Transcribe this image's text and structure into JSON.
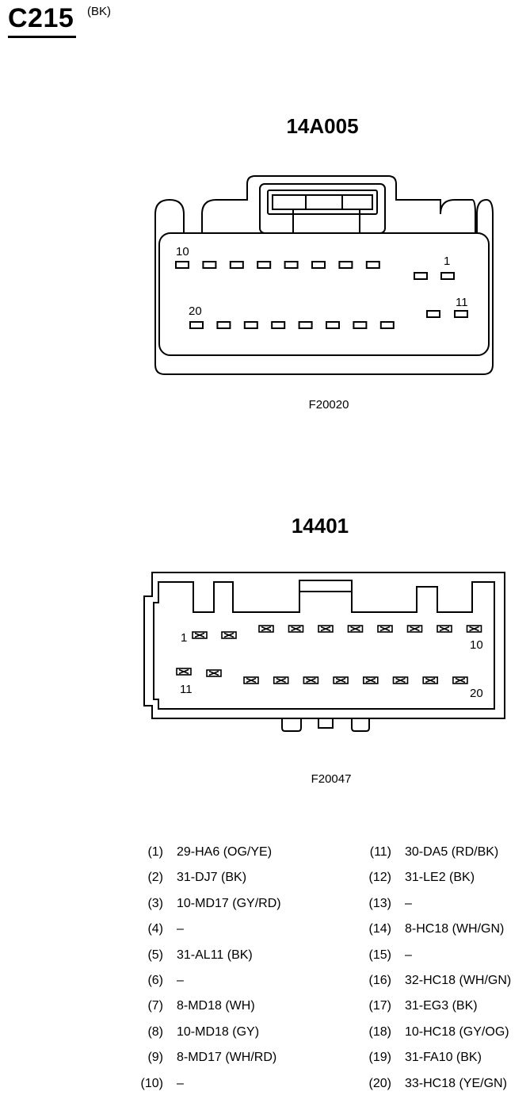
{
  "header": {
    "title": "C215",
    "subtitle": "(BK)"
  },
  "connectors": [
    {
      "label": "14A005",
      "figure_code": "F20020",
      "pin_labels": [
        "10",
        "1",
        "20",
        "11"
      ]
    },
    {
      "label": "14401",
      "figure_code": "F20047",
      "pin_labels": [
        "1",
        "10",
        "11",
        "20"
      ]
    }
  ],
  "pinout_left": [
    {
      "num": "(1)",
      "wire": "29-HA6 (OG/YE)"
    },
    {
      "num": "(2)",
      "wire": "31-DJ7 (BK)"
    },
    {
      "num": "(3)",
      "wire": "10-MD17 (GY/RD)"
    },
    {
      "num": "(4)",
      "wire": "–"
    },
    {
      "num": "(5)",
      "wire": "31-AL11 (BK)"
    },
    {
      "num": "(6)",
      "wire": "–"
    },
    {
      "num": "(7)",
      "wire": "8-MD18 (WH)"
    },
    {
      "num": "(8)",
      "wire": "10-MD18 (GY)"
    },
    {
      "num": "(9)",
      "wire": "8-MD17 (WH/RD)"
    },
    {
      "num": "(10)",
      "wire": "–"
    }
  ],
  "pinout_right": [
    {
      "num": "(11)",
      "wire": "30-DA5 (RD/BK)"
    },
    {
      "num": "(12)",
      "wire": "31-LE2 (BK)"
    },
    {
      "num": "(13)",
      "wire": "–"
    },
    {
      "num": "(14)",
      "wire": "8-HC18 (WH/GN)"
    },
    {
      "num": "(15)",
      "wire": "–"
    },
    {
      "num": "(16)",
      "wire": "32-HC18 (WH/GN)"
    },
    {
      "num": "(17)",
      "wire": "31-EG3 (BK)"
    },
    {
      "num": "(18)",
      "wire": "10-HC18 (GY/OG)"
    },
    {
      "num": "(19)",
      "wire": "31-FA10 (BK)"
    },
    {
      "num": "(20)",
      "wire": "33-HC18 (YE/GN)"
    }
  ]
}
